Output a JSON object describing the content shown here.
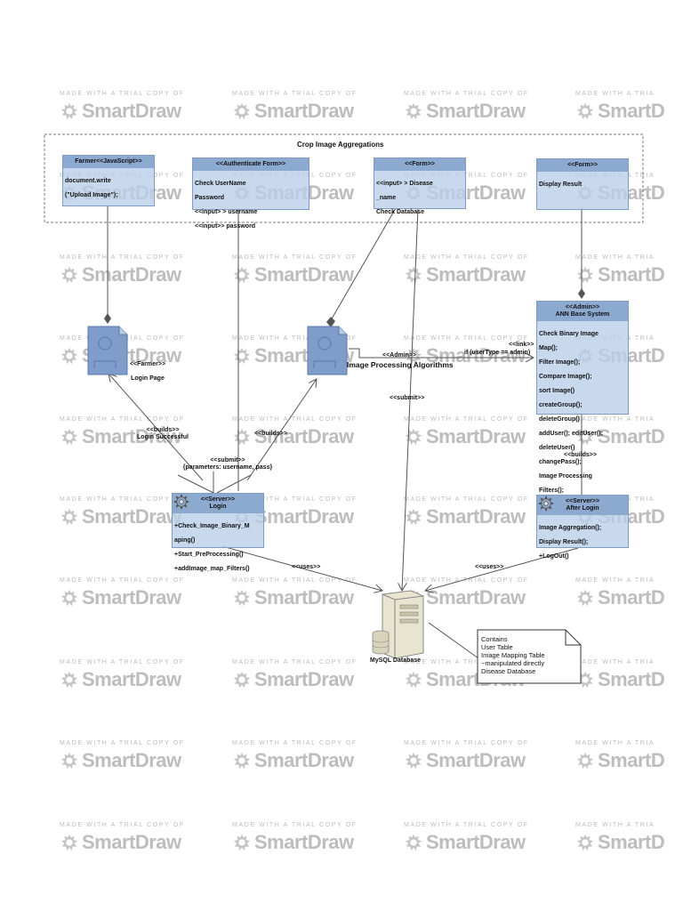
{
  "watermark": {
    "top_text": "MADE WITH A TRIAL COPY OF",
    "brand": "SmartDraw",
    "brand_partial": "SmartD",
    "top_partial": "MADE WITH A TRIA"
  },
  "frame": {
    "title": "Crop Image Aggregations"
  },
  "boxes": {
    "farmer_js": {
      "header": "Farmer<<JavaScript>>",
      "lines": [
        "document.write",
        "(\"Upload Image\");"
      ]
    },
    "auth_form": {
      "header": "<<Authenticate Form>>",
      "lines": [
        "Check UserName",
        "Password",
        "<<input> > username",
        "<<input>>  password"
      ]
    },
    "form_disease": {
      "header": "<<Form>>",
      "lines": [
        "<<input> > Disease",
        "_name",
        "Check Database"
      ]
    },
    "form_display": {
      "header": "<<Form>>",
      "lines": [
        "Display Result"
      ]
    },
    "admin_ann": {
      "header_lines": [
        "<<Admin>>",
        "ANN Base System"
      ],
      "lines": [
        "Check Binary Image",
        "Map();",
        "Filter Image();",
        "Compare Image();",
        "sort Image()",
        "createGroup();",
        "deleteGroup()",
        "addUser(); editUser();",
        "deleteUser()",
        "changePass();",
        "Image Processing",
        "Filters();"
      ]
    },
    "server_login": {
      "header_lines": [
        "<<Server>>",
        "Login"
      ],
      "lines": [
        "+Check_Image_Binary_M",
        "aping()",
        "+Start_PreProcessing()",
        "+addImage_map_Filters()"
      ]
    },
    "server_after": {
      "header_lines": [
        "<<Server>>",
        "After Login"
      ],
      "lines": [
        "Image Aggregation();",
        "Display Result();",
        "+LogOut()"
      ]
    }
  },
  "pages": {
    "farmer_login": {
      "lines": [
        "<<Farmer>>",
        "Login Page"
      ]
    },
    "image_processing": {
      "stereotype": "<<Admin>>",
      "title": "Image Processing Algorithms"
    }
  },
  "labels": {
    "link": "<<link>>",
    "link_condition": "if (userType == admin)",
    "submit_db": "<<submit>>",
    "builds_login": "<<builds>>\nLogin Successful",
    "builds_mid": "<<builds>>",
    "builds_right": "<<builds>>",
    "submit_params": "<<submit>>\n{parameters: username,  pass}",
    "uses_left": "<<uses>>",
    "uses_right": "<<uses>>"
  },
  "database": {
    "label": "MySQL Database"
  },
  "note": {
    "lines": [
      "Contains",
      "User Table",
      "Image Mapping Table",
      "~manipulated directly",
      "Disease Database"
    ]
  }
}
